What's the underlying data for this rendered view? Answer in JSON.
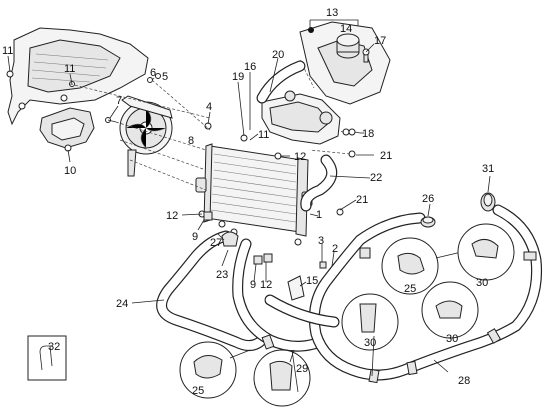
{
  "diagram": {
    "callouts": [
      {
        "id": "c11a",
        "text": "11"
      },
      {
        "id": "c11b",
        "text": "11"
      },
      {
        "id": "c10",
        "text": "10"
      },
      {
        "id": "c7",
        "text": "7"
      },
      {
        "id": "c6",
        "text": "6"
      },
      {
        "id": "c5",
        "text": "5"
      },
      {
        "id": "c4",
        "text": "4"
      },
      {
        "id": "c8",
        "text": "8"
      },
      {
        "id": "c19",
        "text": "19"
      },
      {
        "id": "c16",
        "text": "16"
      },
      {
        "id": "c20",
        "text": "20"
      },
      {
        "id": "c13",
        "text": "13"
      },
      {
        "id": "c14",
        "text": "14"
      },
      {
        "id": "c17",
        "text": "17"
      },
      {
        "id": "c11c",
        "text": "11"
      },
      {
        "id": "c12a",
        "text": "12"
      },
      {
        "id": "c18",
        "text": "18"
      },
      {
        "id": "c21a",
        "text": "21"
      },
      {
        "id": "c22",
        "text": "22"
      },
      {
        "id": "c21b",
        "text": "21"
      },
      {
        "id": "c1",
        "text": "1"
      },
      {
        "id": "c12b",
        "text": "12"
      },
      {
        "id": "c9a",
        "text": "9"
      },
      {
        "id": "c27",
        "text": "27"
      },
      {
        "id": "c23",
        "text": "23"
      },
      {
        "id": "c9b",
        "text": "9"
      },
      {
        "id": "c12c",
        "text": "12"
      },
      {
        "id": "c3",
        "text": "3"
      },
      {
        "id": "c2",
        "text": "2"
      },
      {
        "id": "c15",
        "text": "15"
      },
      {
        "id": "c26",
        "text": "26"
      },
      {
        "id": "c31",
        "text": "31"
      },
      {
        "id": "c25a",
        "text": "25"
      },
      {
        "id": "c30a",
        "text": "30"
      },
      {
        "id": "c24",
        "text": "24"
      },
      {
        "id": "c30b",
        "text": "30"
      },
      {
        "id": "c30c",
        "text": "30"
      },
      {
        "id": "c32",
        "text": "32"
      },
      {
        "id": "c25b",
        "text": "25"
      },
      {
        "id": "c29",
        "text": "29"
      },
      {
        "id": "c28",
        "text": "28"
      }
    ]
  }
}
